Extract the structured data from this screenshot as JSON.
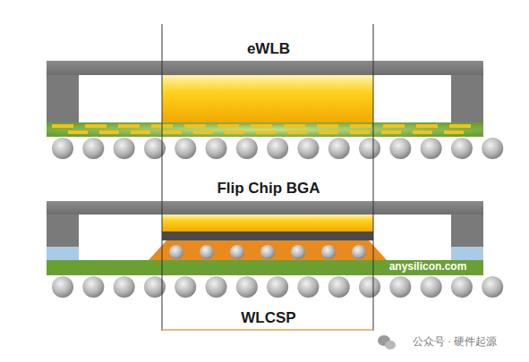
{
  "diagram": {
    "labels": [
      "eWLB",
      "Flip Chip BGA",
      "anysilicon.com",
      "WLCSP",
      "公众号 · 硬件起源"
    ]
  }
}
